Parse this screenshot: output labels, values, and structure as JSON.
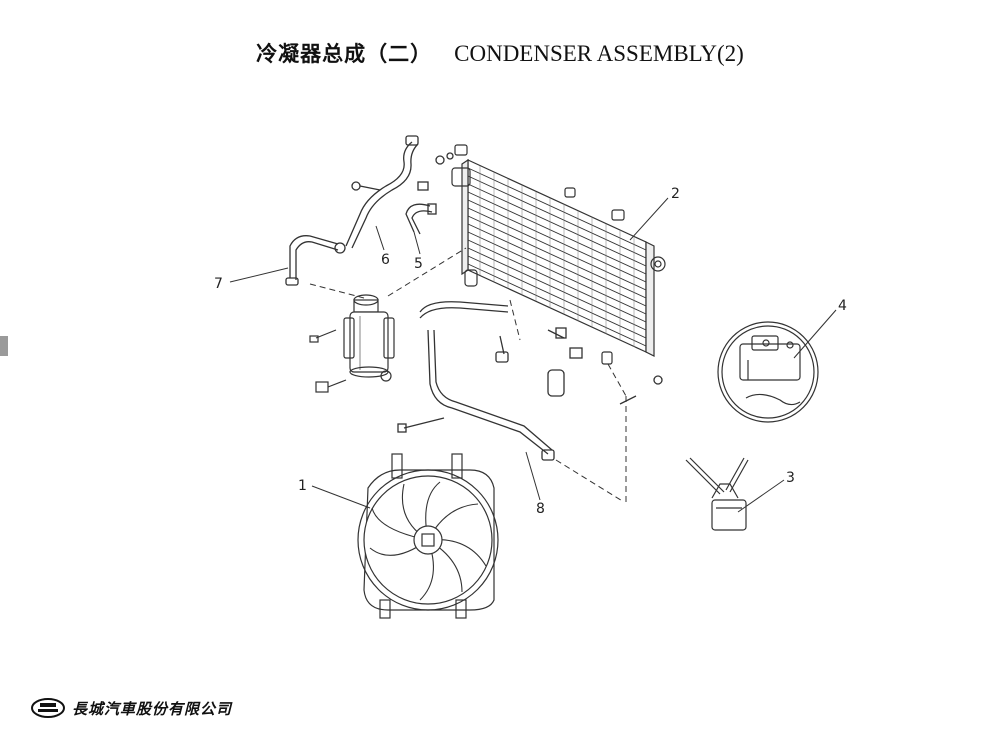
{
  "title": {
    "cn": "冷凝器总成（二）",
    "en": "CONDENSER ASSEMBLY(2)"
  },
  "callouts": {
    "c1": "1",
    "c2": "2",
    "c3": "3",
    "c4": "4",
    "c5": "5",
    "c6": "6",
    "c7": "7",
    "c8": "8"
  },
  "footer": {
    "brand": "長城汽車股份有限公司"
  }
}
